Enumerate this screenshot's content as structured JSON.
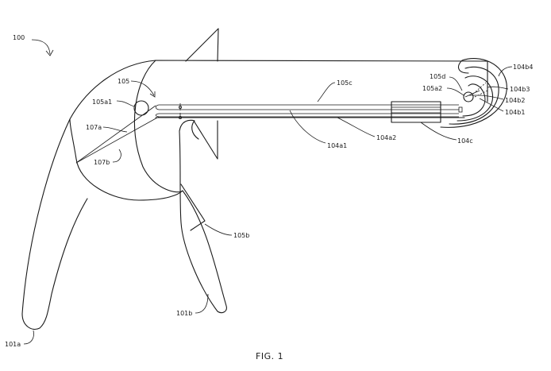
{
  "figure": {
    "caption": "FIG. 1",
    "labels": {
      "l100": "100",
      "l105": "105",
      "l105a1": "105a1",
      "l105c": "105c",
      "l107a": "107a",
      "l107b": "107b",
      "l104a1": "104a1",
      "l104a2": "104a2",
      "l104c": "104c",
      "l105d": "105d",
      "l105a2": "105a2",
      "l104b4": "104b4",
      "l104b3": "104b3",
      "l104b2": "104b2",
      "l104b1": "104b1",
      "l105b": "105b",
      "l101b": "101b",
      "l101a": "101a"
    }
  }
}
